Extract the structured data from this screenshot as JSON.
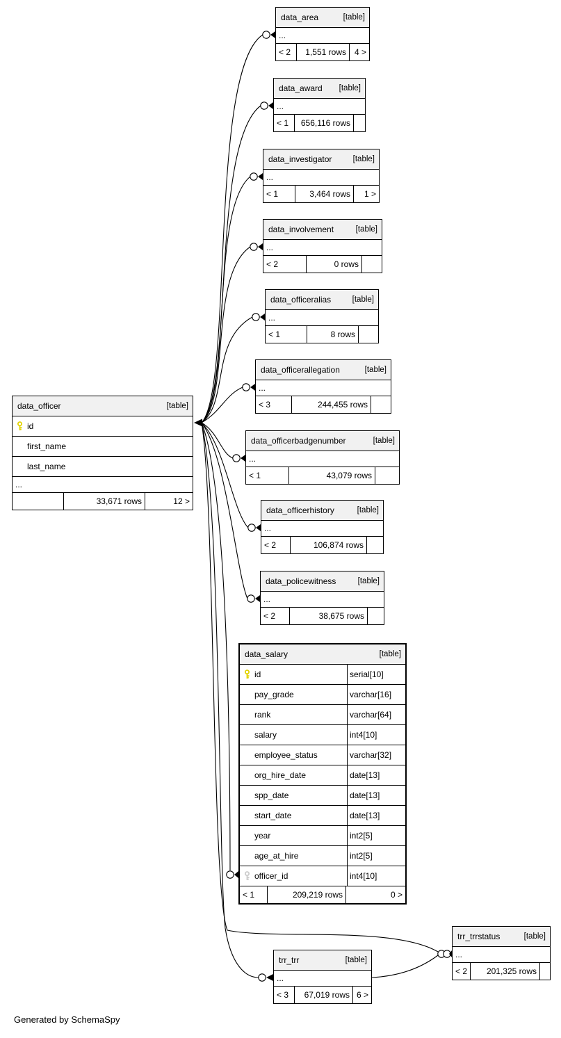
{
  "diagram": {
    "generated_by": "Generated by SchemaSpy",
    "table_tag": "[table]",
    "colors": {
      "pk_key": "#e3d400",
      "fk_key": "#cccccc",
      "header_bg": "#f1f1f1",
      "line": "#000000"
    }
  },
  "tables": [
    {
      "id": "data_officer",
      "name": "data_officer",
      "emphasized": false,
      "columns": [
        {
          "name": "id",
          "key": "pk"
        },
        {
          "name": "first_name"
        },
        {
          "name": "last_name"
        },
        {
          "name": "..."
        }
      ],
      "footer": {
        "left": "",
        "rows": "33,671 rows",
        "right": "12 >"
      }
    },
    {
      "id": "data_area",
      "name": "data_area",
      "emphasized": false,
      "columns": [
        {
          "name": "..."
        }
      ],
      "footer": {
        "left": "< 2",
        "rows": "1,551 rows",
        "right": "4 >"
      }
    },
    {
      "id": "data_award",
      "name": "data_award",
      "emphasized": false,
      "columns": [
        {
          "name": "..."
        }
      ],
      "footer": {
        "left": "< 1",
        "rows": "656,116 rows",
        "right": ""
      }
    },
    {
      "id": "data_investigator",
      "name": "data_investigator",
      "emphasized": false,
      "columns": [
        {
          "name": "..."
        }
      ],
      "footer": {
        "left": "< 1",
        "rows": "3,464 rows",
        "right": "1 >"
      }
    },
    {
      "id": "data_involvement",
      "name": "data_involvement",
      "emphasized": false,
      "columns": [
        {
          "name": "..."
        }
      ],
      "footer": {
        "left": "< 2",
        "rows": "0 rows",
        "right": ""
      }
    },
    {
      "id": "data_officeralias",
      "name": "data_officeralias",
      "emphasized": false,
      "columns": [
        {
          "name": "..."
        }
      ],
      "footer": {
        "left": "< 1",
        "rows": "8 rows",
        "right": ""
      }
    },
    {
      "id": "data_officerallegation",
      "name": "data_officerallegation",
      "emphasized": false,
      "columns": [
        {
          "name": "..."
        }
      ],
      "footer": {
        "left": "< 3",
        "rows": "244,455 rows",
        "right": ""
      }
    },
    {
      "id": "data_officerbadgenumber",
      "name": "data_officerbadgenumber",
      "emphasized": false,
      "columns": [
        {
          "name": "..."
        }
      ],
      "footer": {
        "left": "< 1",
        "rows": "43,079 rows",
        "right": ""
      }
    },
    {
      "id": "data_officerhistory",
      "name": "data_officerhistory",
      "emphasized": false,
      "columns": [
        {
          "name": "..."
        }
      ],
      "footer": {
        "left": "< 2",
        "rows": "106,874 rows",
        "right": ""
      }
    },
    {
      "id": "data_policewitness",
      "name": "data_policewitness",
      "emphasized": false,
      "columns": [
        {
          "name": "..."
        }
      ],
      "footer": {
        "left": "< 2",
        "rows": "38,675 rows",
        "right": ""
      }
    },
    {
      "id": "data_salary",
      "name": "data_salary",
      "emphasized": true,
      "columns": [
        {
          "name": "id",
          "type": "serial[10]",
          "key": "pk"
        },
        {
          "name": "pay_grade",
          "type": "varchar[16]"
        },
        {
          "name": "rank",
          "type": "varchar[64]"
        },
        {
          "name": "salary",
          "type": "int4[10]"
        },
        {
          "name": "employee_status",
          "type": "varchar[32]"
        },
        {
          "name": "org_hire_date",
          "type": "date[13]"
        },
        {
          "name": "spp_date",
          "type": "date[13]"
        },
        {
          "name": "start_date",
          "type": "date[13]"
        },
        {
          "name": "year",
          "type": "int2[5]"
        },
        {
          "name": "age_at_hire",
          "type": "int2[5]"
        },
        {
          "name": "officer_id",
          "type": "int4[10]",
          "key": "fk"
        }
      ],
      "footer": {
        "left": "< 1",
        "rows": "209,219 rows",
        "right": "0 >"
      }
    },
    {
      "id": "trr_trrstatus",
      "name": "trr_trrstatus",
      "emphasized": false,
      "columns": [
        {
          "name": "..."
        }
      ],
      "footer": {
        "left": "< 2",
        "rows": "201,325 rows",
        "right": ""
      }
    },
    {
      "id": "trr_trr",
      "name": "trr_trr",
      "emphasized": false,
      "columns": [
        {
          "name": "..."
        }
      ],
      "footer": {
        "left": "< 3",
        "rows": "67,019 rows",
        "right": "6 >"
      }
    }
  ],
  "relationships": [
    {
      "from": "data_officer.id",
      "to": "data_area"
    },
    {
      "from": "data_officer.id",
      "to": "data_award"
    },
    {
      "from": "data_officer.id",
      "to": "data_investigator"
    },
    {
      "from": "data_officer.id",
      "to": "data_involvement"
    },
    {
      "from": "data_officer.id",
      "to": "data_officeralias"
    },
    {
      "from": "data_officer.id",
      "to": "data_officerallegation"
    },
    {
      "from": "data_officer.id",
      "to": "data_officerbadgenumber"
    },
    {
      "from": "data_officer.id",
      "to": "data_officerhistory"
    },
    {
      "from": "data_officer.id",
      "to": "data_policewitness"
    },
    {
      "from": "data_officer.id",
      "to": "data_salary.officer_id"
    },
    {
      "from": "data_officer.id",
      "to": "trr_trr"
    },
    {
      "from": "data_officer.id",
      "to": "trr_trrstatus"
    },
    {
      "from": "trr_trr",
      "to": "trr_trrstatus"
    }
  ]
}
